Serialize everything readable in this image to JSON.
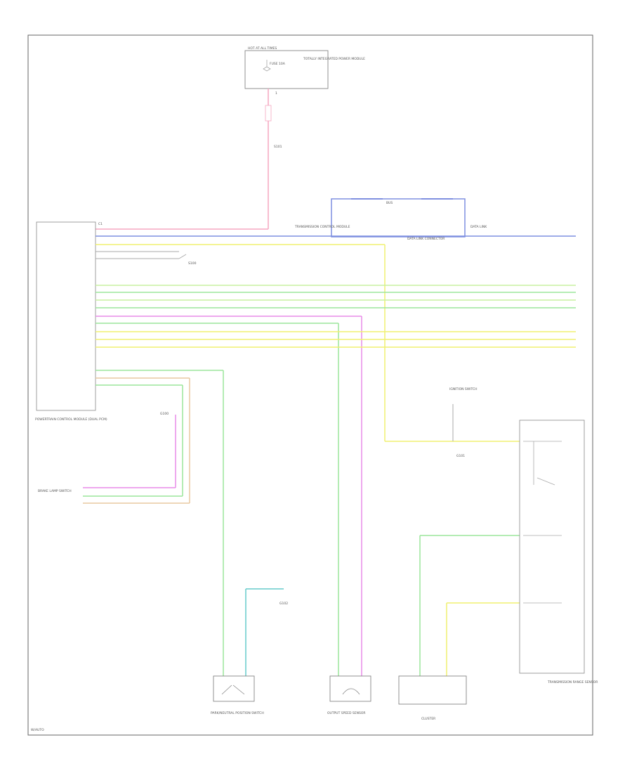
{
  "colors": {
    "pink": "#f6a7c1",
    "blue": "#7f8fe0",
    "yellow": "#f0f070",
    "green": "#9be59b",
    "lightgreen": "#c8f0a0",
    "magenta": "#e88ce8",
    "cyan": "#66cccc",
    "tan": "#e8c9a0",
    "grey": "#aaaaaa",
    "frame": "#555555"
  },
  "components": {
    "top_fuse_box": {
      "title": "HOT AT ALL TIMES",
      "fuse": "FUSE 10A",
      "side_text": "TOTALLY INTEGRATED POWER MODULE",
      "pin": "1"
    },
    "pcm_label": "POWERTRAIN CONTROL MODULE (DUAL PCM)",
    "pin_label": "C1",
    "splice_label": "S100",
    "data_link": "DATA LINK CONNECTOR",
    "tcm_label": "TRANSMISSION CONTROL MODULE",
    "bus_label": "BUS",
    "right_bus_label": "DATA LINK",
    "ignition_box": "IGNITION SWITCH",
    "ground_label": "G101",
    "low_left_label": "BRAKE LAMP SWITCH",
    "park_neutral": "PARK/NEUTRAL POSITION SWITCH",
    "speed_sensor": "OUTPUT SPEED SENSOR",
    "cluster": "CLUSTER",
    "trans_range": "TRANSMISSION RANGE SENSOR",
    "ground_note": "G100",
    "bottom_note": "W/AUTO"
  }
}
